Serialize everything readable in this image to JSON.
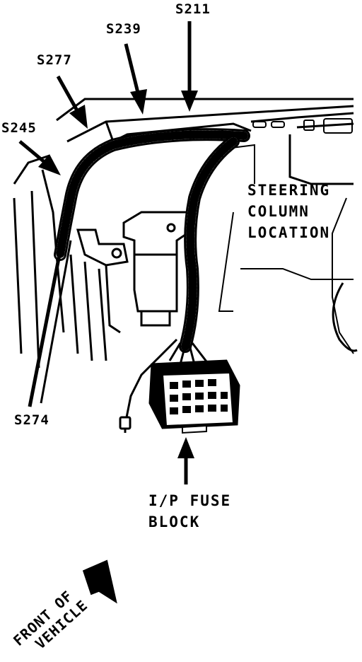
{
  "labels": {
    "s211": "S211",
    "s239": "S239",
    "s277": "S277",
    "s245": "S245",
    "s274": "S274"
  },
  "steering": {
    "line1": "STEERING",
    "line2": "COLUMN",
    "line3": "LOCATION"
  },
  "fuse_block": {
    "line1": "I/P FUSE",
    "line2": "BLOCK"
  },
  "front_of_vehicle": {
    "line1": "FRONT OF",
    "line2": "VEHICLE"
  },
  "colors": {
    "ink": "#000000",
    "paper": "#ffffff"
  }
}
